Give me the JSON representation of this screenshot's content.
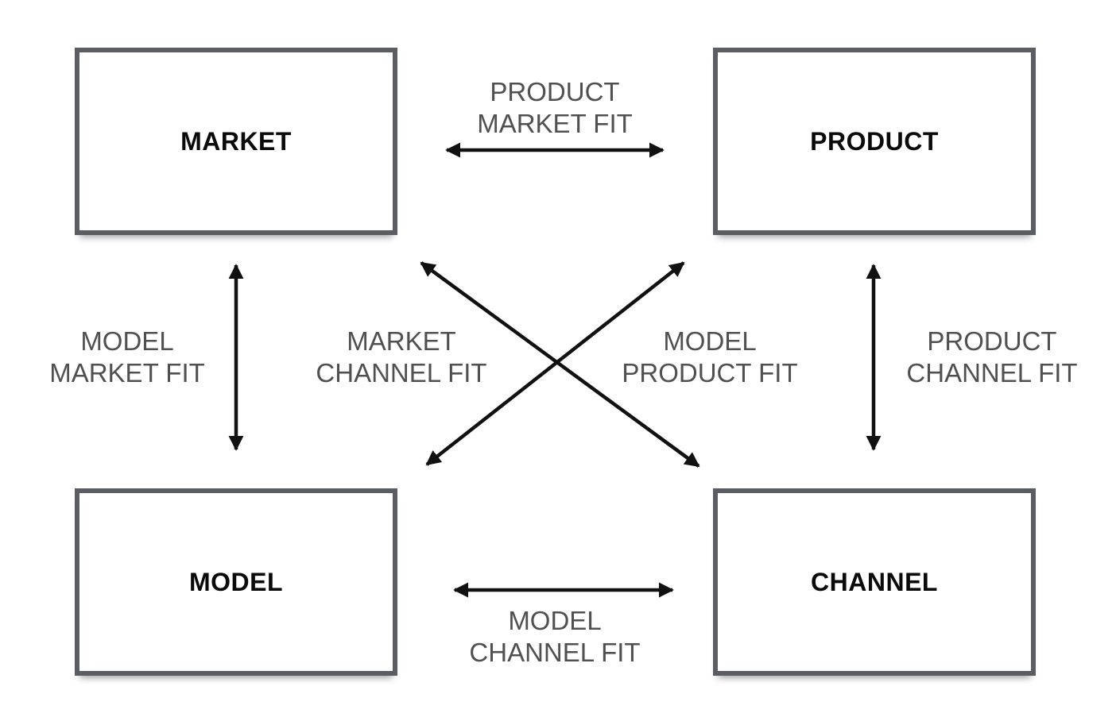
{
  "boxes": {
    "market": "MARKET",
    "product": "PRODUCT",
    "model": "MODEL",
    "channel": "CHANNEL"
  },
  "fits": {
    "product_market": {
      "line1": "PRODUCT",
      "line2": "MARKET FIT"
    },
    "model_market": {
      "line1": "MODEL",
      "line2": "MARKET FIT"
    },
    "market_channel": {
      "line1": "MARKET",
      "line2": "CHANNEL FIT"
    },
    "model_product": {
      "line1": "MODEL",
      "line2": "PRODUCT FIT"
    },
    "product_channel": {
      "line1": "PRODUCT",
      "line2": "CHANNEL FIT"
    },
    "model_channel": {
      "line1": "MODEL",
      "line2": "CHANNEL FIT"
    }
  },
  "colors": {
    "box_border": "#5a5e63",
    "arrow": "#111111",
    "fit_text": "#505050"
  }
}
